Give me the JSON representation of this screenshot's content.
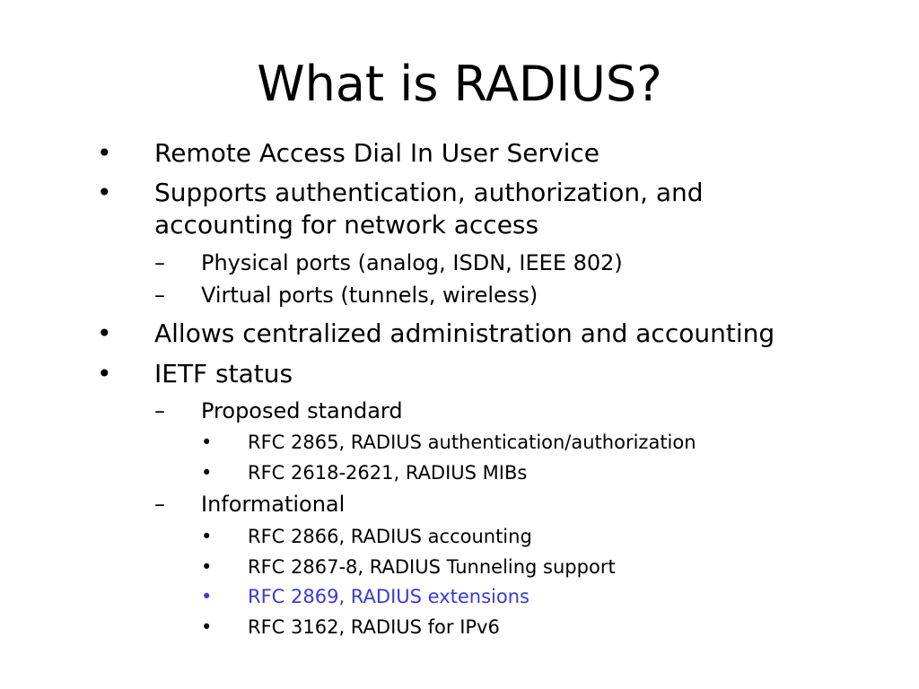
{
  "slide": {
    "title": "What is RADIUS?",
    "bullets": [
      {
        "marker": "•",
        "text": "Remote Access Dial In User Service"
      },
      {
        "marker": "•",
        "text_line1": "Supports authentication, authorization, and",
        "text_line2": "accounting for network access",
        "sub": [
          {
            "marker": "–",
            "text": "Physical ports (analog, ISDN, IEEE 802)"
          },
          {
            "marker": "–",
            "text": "Virtual ports (tunnels, wireless)"
          }
        ]
      },
      {
        "marker": "•",
        "text": "Allows centralized administration and accounting"
      },
      {
        "marker": "•",
        "text": "IETF status",
        "sub": [
          {
            "marker": "–",
            "text": "Proposed standard",
            "sub": [
              {
                "marker": "•",
                "text": "RFC 2865, RADIUS authentication/authorization"
              },
              {
                "marker": "•",
                "text": "RFC 2618-2621, RADIUS MIBs"
              }
            ]
          },
          {
            "marker": "–",
            "text": "Informational",
            "sub": [
              {
                "marker": "•",
                "text": "RFC 2866, RADIUS accounting"
              },
              {
                "marker": "•",
                "text": "RFC 2867-8, RADIUS Tunneling support"
              },
              {
                "marker": "•",
                "text": "RFC 2869, RADIUS extensions",
                "color": "#3a3ad4"
              },
              {
                "marker": "•",
                "text": "RFC 3162, RADIUS for IPv6"
              }
            ]
          }
        ]
      }
    ]
  }
}
